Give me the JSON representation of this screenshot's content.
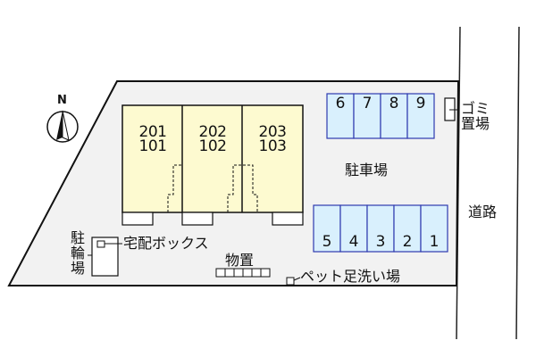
{
  "map": {
    "compass": {
      "label": "N"
    },
    "units": [
      {
        "upper": "201",
        "lower": "101"
      },
      {
        "upper": "202",
        "lower": "102"
      },
      {
        "upper": "203",
        "lower": "103"
      }
    ],
    "parking": {
      "label": "駐車場",
      "top_row": [
        "6",
        "7",
        "8",
        "9"
      ],
      "bottom_row": [
        "5",
        "4",
        "3",
        "2",
        "1"
      ]
    },
    "garbage": {
      "label_line1": "ゴミ",
      "label_line2": "置場"
    },
    "road": {
      "label": "道路"
    },
    "bicycle_parking": {
      "label": "駐輪場"
    },
    "delivery_box": {
      "label": "宅配ボックス"
    },
    "storage": {
      "label": "物置"
    },
    "pet_wash": {
      "label": "ペット足洗い場"
    },
    "colors": {
      "lot_fill": "#f2f2f2",
      "building_fill": "#fdfad0",
      "parking_fill": "#d9f0fd",
      "parking_stroke": "#2f3ab0",
      "line": "#111111"
    }
  }
}
